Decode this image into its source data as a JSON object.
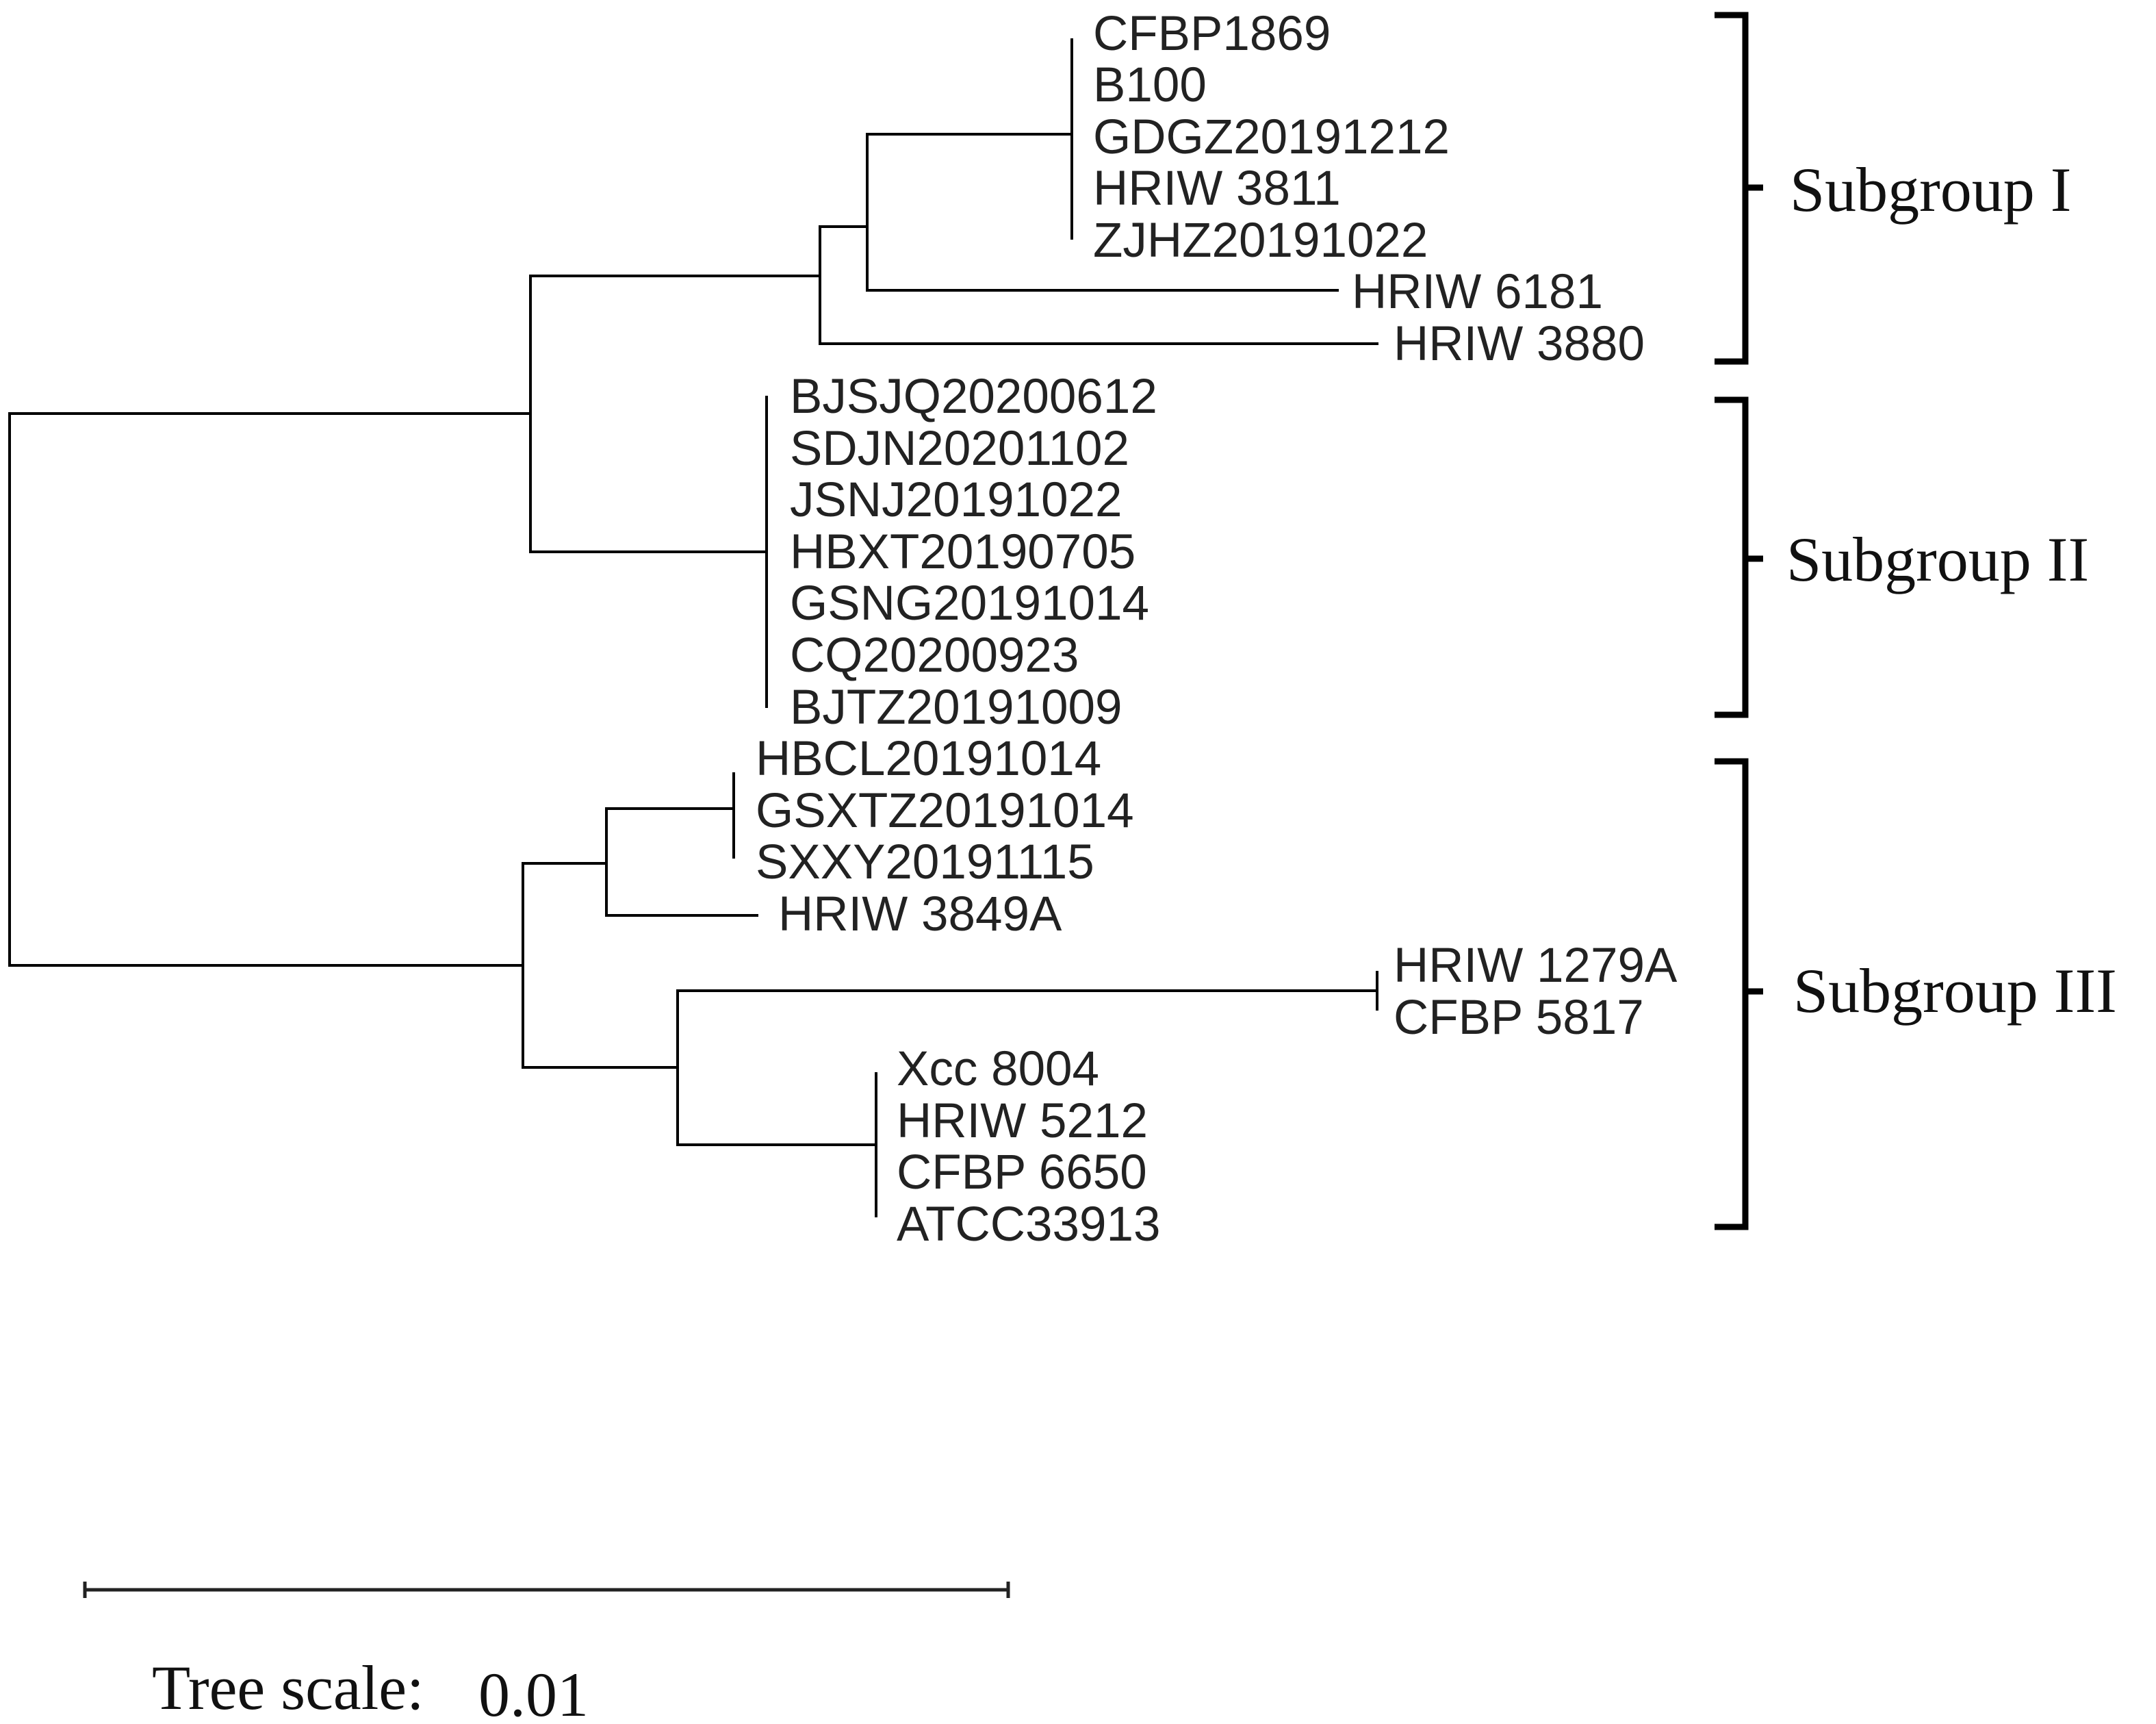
{
  "tree": {
    "leaves": [
      "CFBP1869",
      "B100",
      "GDGZ20191212",
      "HRIW 3811",
      "ZJHZ20191022",
      "HRIW 6181",
      "HRIW 3880",
      "BJSJQ20200612",
      "SDJN20201102",
      "JSNJ20191022",
      "HBXT20190705",
      "GSNG20191014",
      "CQ20200923",
      "BJTZ20191009",
      "HBCL20191014",
      "GSXTZ20191014",
      "SXXY20191115",
      "HRIW 3849A",
      "HRIW 1279A",
      "CFBP 5817",
      "Xcc 8004",
      "HRIW 5212",
      "CFBP 6650",
      "ATCC33913"
    ]
  },
  "subgroups": [
    {
      "label": "Subgroup I"
    },
    {
      "label": "Subgroup  II"
    },
    {
      "label": "Subgroup III"
    }
  ],
  "scale": {
    "prefix": "Tree scale:",
    "value": "0.01"
  },
  "colors": {
    "lines": "#000000",
    "text": "#222222"
  }
}
